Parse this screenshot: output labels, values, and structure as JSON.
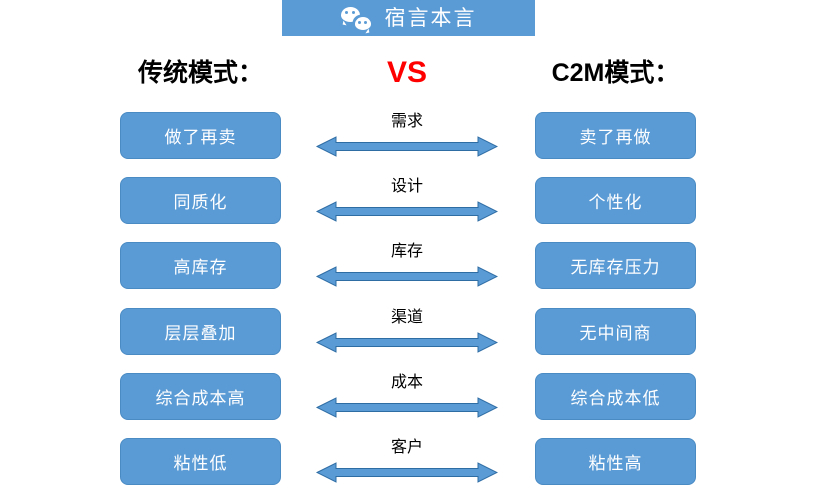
{
  "header": {
    "icon": "wechat-icon",
    "title": "宿言本言",
    "background_color": "#5b9bd5",
    "text_color": "#ffffff"
  },
  "headings": {
    "left": "传统模式：",
    "center": "VS",
    "right": "C2M模式：",
    "center_color": "#ff0000"
  },
  "colors": {
    "pill_fill": "#5b9bd5",
    "pill_border": "#4a8bc4",
    "pill_text": "#ffffff",
    "arrow_fill": "#5b9bd5",
    "arrow_stroke": "#2e6ca4",
    "page_background": "#ffffff"
  },
  "rows": [
    {
      "left": "做了再卖",
      "label": "需求",
      "right": "卖了再做"
    },
    {
      "left": "同质化",
      "label": "设计",
      "right": "个性化"
    },
    {
      "left": "高库存",
      "label": "库存",
      "right": "无库存压力"
    },
    {
      "left": "层层叠加",
      "label": "渠道",
      "right": "无中间商"
    },
    {
      "left": "综合成本高",
      "label": "成本",
      "right": "综合成本低"
    },
    {
      "left": "粘性低",
      "label": "客户",
      "right": "粘性高"
    }
  ]
}
